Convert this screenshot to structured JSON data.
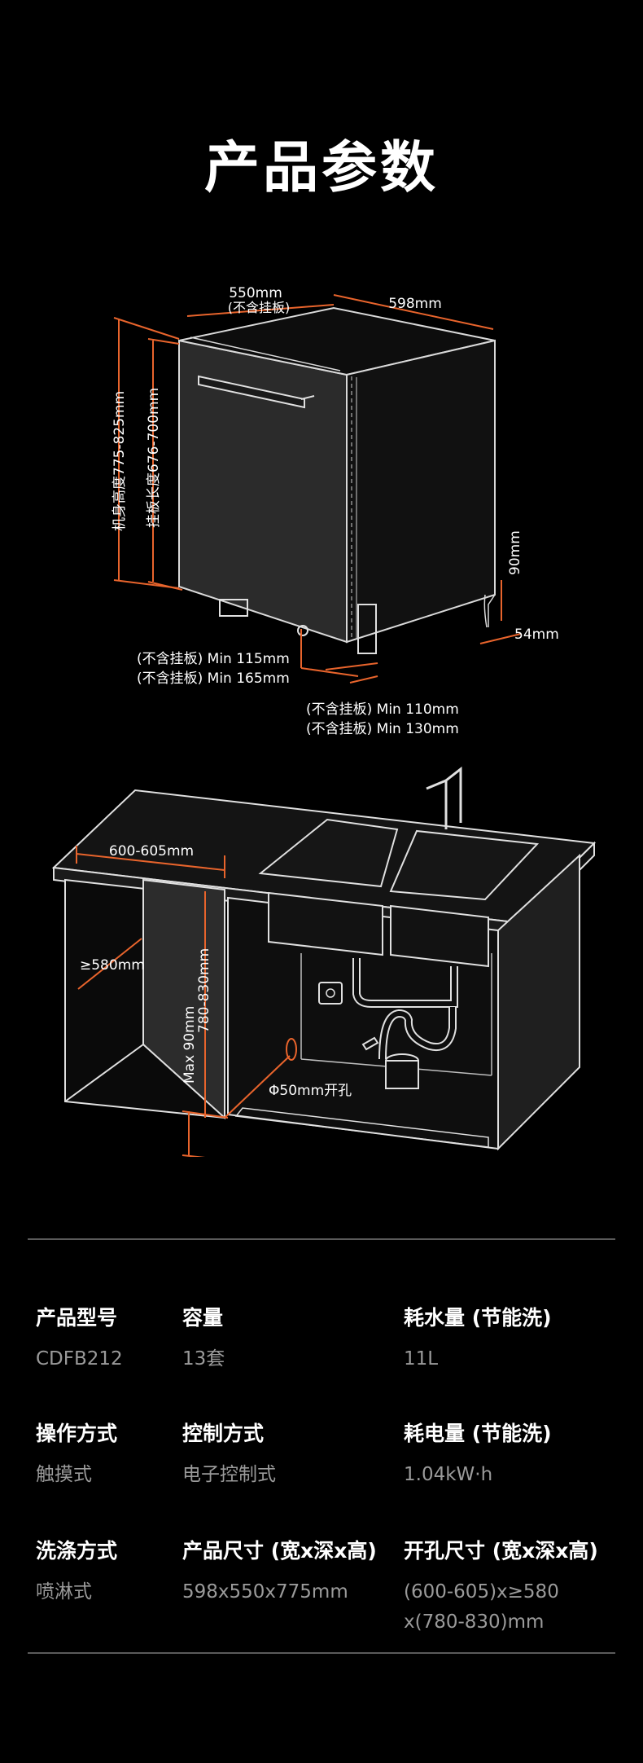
{
  "title": "产品参数",
  "accent_color": "#e8642c",
  "diagram_top": {
    "depth": "550mm",
    "depth_note": "(不含挂板)",
    "width": "598mm",
    "body_height": "机身高度775-825mm",
    "panel_length": "挂板长度676-700mm",
    "right_height": "90mm",
    "right_depth": "54mm",
    "min_115": "(不含挂板) Min 115mm",
    "min_165": "(不含挂板) Min 165mm",
    "min_110": "(不含挂板) Min 110mm",
    "min_130": "(不含挂板) Min 130mm"
  },
  "diagram_bottom": {
    "cutout_width": "600-605mm",
    "cutout_depth": "≥580mm",
    "cutout_height": "780-830mm",
    "max_90": "Max 90mm",
    "hole": "Φ50mm开孔"
  },
  "specs": [
    {
      "label": "产品型号",
      "value": "CDFB212"
    },
    {
      "label": "容量",
      "value": "13套"
    },
    {
      "label": "耗水量 (节能洗)",
      "value": "11L"
    },
    {
      "label": "操作方式",
      "value": "触摸式"
    },
    {
      "label": "控制方式",
      "value": "电子控制式"
    },
    {
      "label": "耗电量 (节能洗)",
      "value": "1.04kW·h"
    },
    {
      "label": "洗涤方式",
      "value": "喷淋式"
    },
    {
      "label": "产品尺寸 (宽x深x高)",
      "value": "598x550x775mm"
    },
    {
      "label": "开孔尺寸 (宽x深x高)",
      "value": "(600-605)x≥580",
      "value2": "x(780-830)mm"
    }
  ]
}
